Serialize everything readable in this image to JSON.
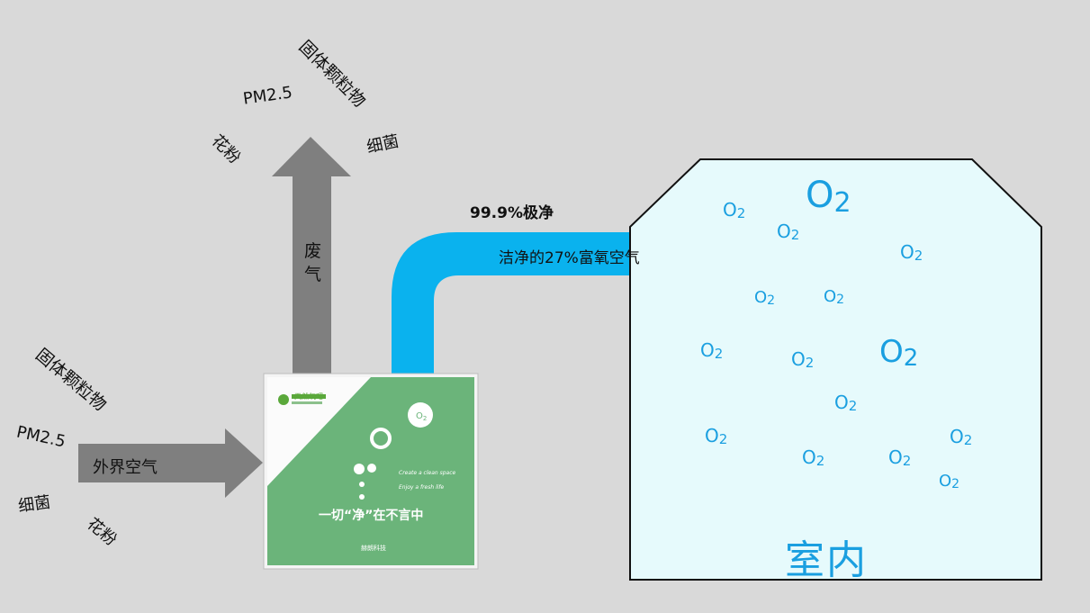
{
  "top_pollutants": {
    "solid_particles": "固体颗粒物",
    "pm25": "PM2.5",
    "pollen": "花粉",
    "bacteria": "细菌"
  },
  "exhaust_arrow": {
    "label_line1": "废",
    "label_line2": "气"
  },
  "left_pollutants": {
    "solid_particles": "固体颗粒物",
    "pm25": "PM2.5",
    "bacteria": "细菌",
    "pollen": "花粉"
  },
  "intake_arrow": {
    "label": "外界空气"
  },
  "supply_arrow": {
    "heading": "99.9%极净",
    "label": "洁净的27%富氧空气"
  },
  "device": {
    "brand": "天然氧吧",
    "o2_badge": "O2",
    "slogan_en_1": "Create a clean space",
    "slogan_en_2": "Enjoy a fresh life",
    "slogan": "一切“净”在不言中",
    "maker": "赫朗科技"
  },
  "room": {
    "label": "室内",
    "molecule": "O2"
  },
  "colors": {
    "background": "#d9d9d9",
    "gray_arrow": "#7f7f7f",
    "blue_arrow": "#0ab2ee",
    "room_fill": "#e6fafc",
    "o2_blue": "#1a9fe0",
    "device_green": "#6bb47a"
  }
}
